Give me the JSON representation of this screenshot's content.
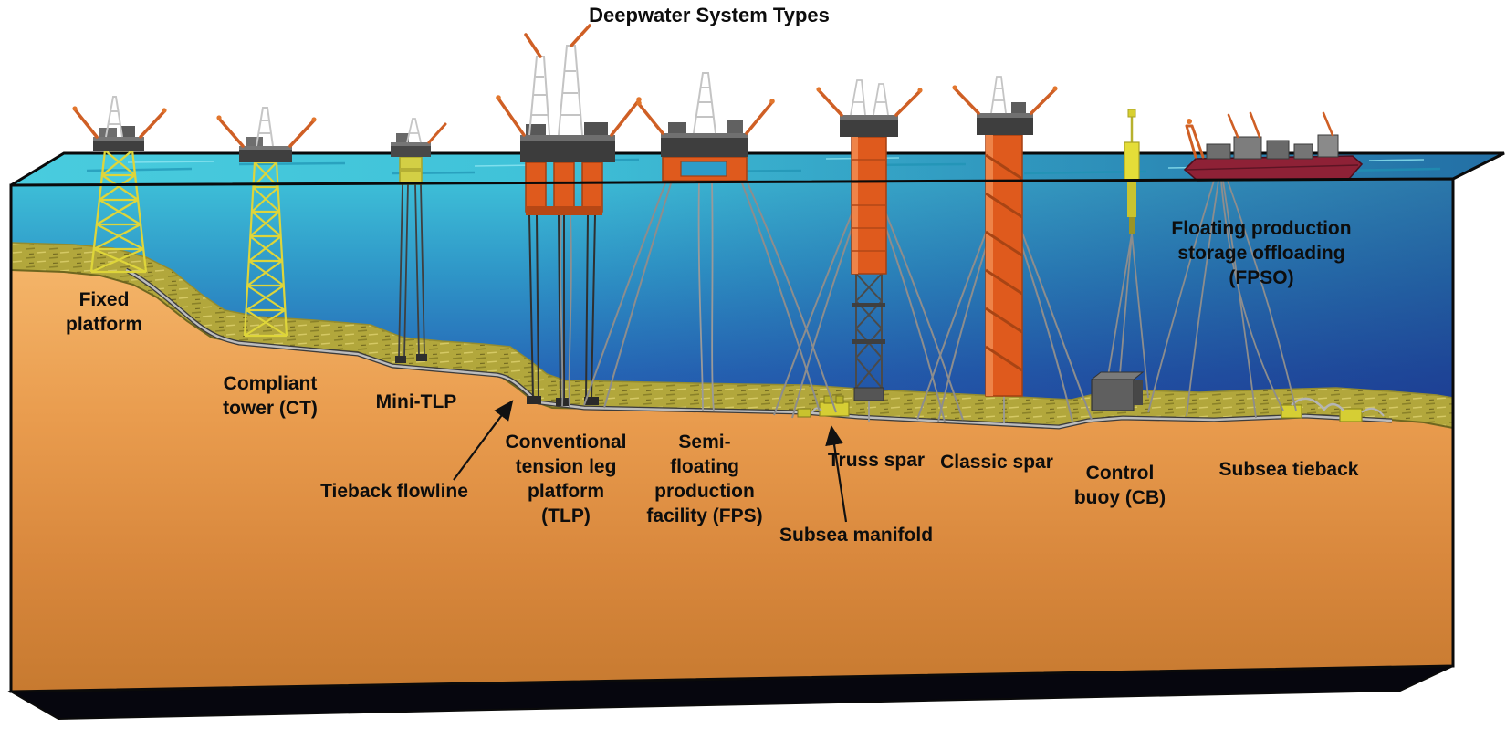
{
  "title": "Deepwater System Types",
  "labels": {
    "fixed_platform": "Fixed\nplatform",
    "compliant_tower": "Compliant\ntower (CT)",
    "mini_tlp": "Mini-TLP",
    "tieback_flowline": "Tieback flowline",
    "conventional_tlp": "Conventional\ntension leg\nplatform\n(TLP)",
    "semi_fps": "Semi-\nfloating\nproduction\nfacility (FPS)",
    "subsea_manifold": "Subsea manifold",
    "truss_spar": "Truss spar",
    "classic_spar": "Classic spar",
    "control_buoy": "Control\nbuoy (CB)",
    "subsea_tieback": "Subsea tieback",
    "fpso": "Floating production\nstorage offloading\n(FPSO)"
  },
  "colors": {
    "water_surface": "#3fc4da",
    "water_deep": "#2a3384",
    "seabed_top": "#b2a73c",
    "sediment_light": "#f4b468",
    "sediment_dark": "#c77a30",
    "structure_orange": "#df5a1d",
    "lattice_yellow": "#ded53a",
    "hull_red": "#8e2136",
    "label_text": "#0d0d0d"
  }
}
